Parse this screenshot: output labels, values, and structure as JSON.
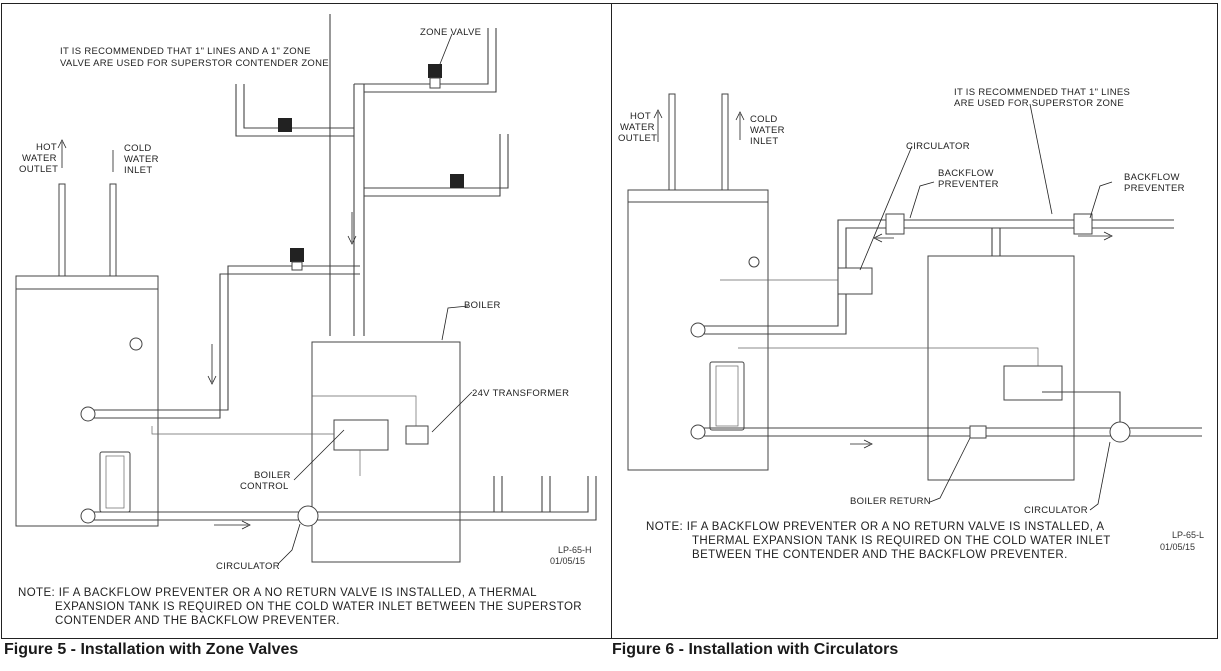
{
  "figure5": {
    "caption": "Figure 5 - Installation with Zone Valves",
    "labels": {
      "zone_valve": "ZONE VALVE",
      "recommend_line1": "IT IS RECOMMENDED THAT 1\" LINES AND A 1\" ZONE",
      "recommend_line2": "VALVE ARE USED FOR SUPERSTOR CONTENDER ZONE",
      "hot_water_outlet": [
        "HOT",
        "WATER",
        "OUTLET"
      ],
      "cold_water_inlet": [
        "COLD",
        "WATER",
        "INLET"
      ],
      "boiler": "BOILER",
      "transformer": "24V TRANSFORMER",
      "boiler_control": [
        "BOILER",
        "CONTROL"
      ],
      "circulator": "CIRCULATOR",
      "code": [
        "LP-65-H",
        "01/05/15"
      ]
    },
    "note": [
      "NOTE: IF A BACKFLOW PREVENTER OR A NO RETURN VALVE IS INSTALLED, A THERMAL",
      "EXPANSION TANK IS REQUIRED ON THE COLD WATER INLET BETWEEN THE SUPERSTOR",
      "CONTENDER AND THE BACKFLOW PREVENTER."
    ]
  },
  "figure6": {
    "caption": "Figure 6 - Installation with Circulators",
    "labels": {
      "hot_water_outlet": [
        "HOT",
        "WATER",
        "OUTLET"
      ],
      "cold_water_inlet": [
        "COLD",
        "WATER",
        "INLET"
      ],
      "recommend_line1": "IT IS RECOMMENDED THAT 1\" LINES",
      "recommend_line2": "ARE USED FOR SUPERSTOR ZONE",
      "circulator": "CIRCULATOR",
      "backflow_left": [
        "BACKFLOW",
        "PREVENTER"
      ],
      "backflow_right": [
        "BACKFLOW",
        "PREVENTER"
      ],
      "boiler_return": "BOILER RETURN",
      "circulator_bottom": "CIRCULATOR",
      "code": [
        "LP-65-L",
        "01/05/15"
      ]
    },
    "note": [
      "NOTE:  IF A BACKFLOW PREVENTER OR A NO RETURN VALVE IS INSTALLED, A",
      "THERMAL EXPANSION TANK IS REQUIRED ON THE COLD WATER INLET",
      "BETWEEN THE CONTENDER AND THE BACKFLOW PREVENTER."
    ]
  }
}
